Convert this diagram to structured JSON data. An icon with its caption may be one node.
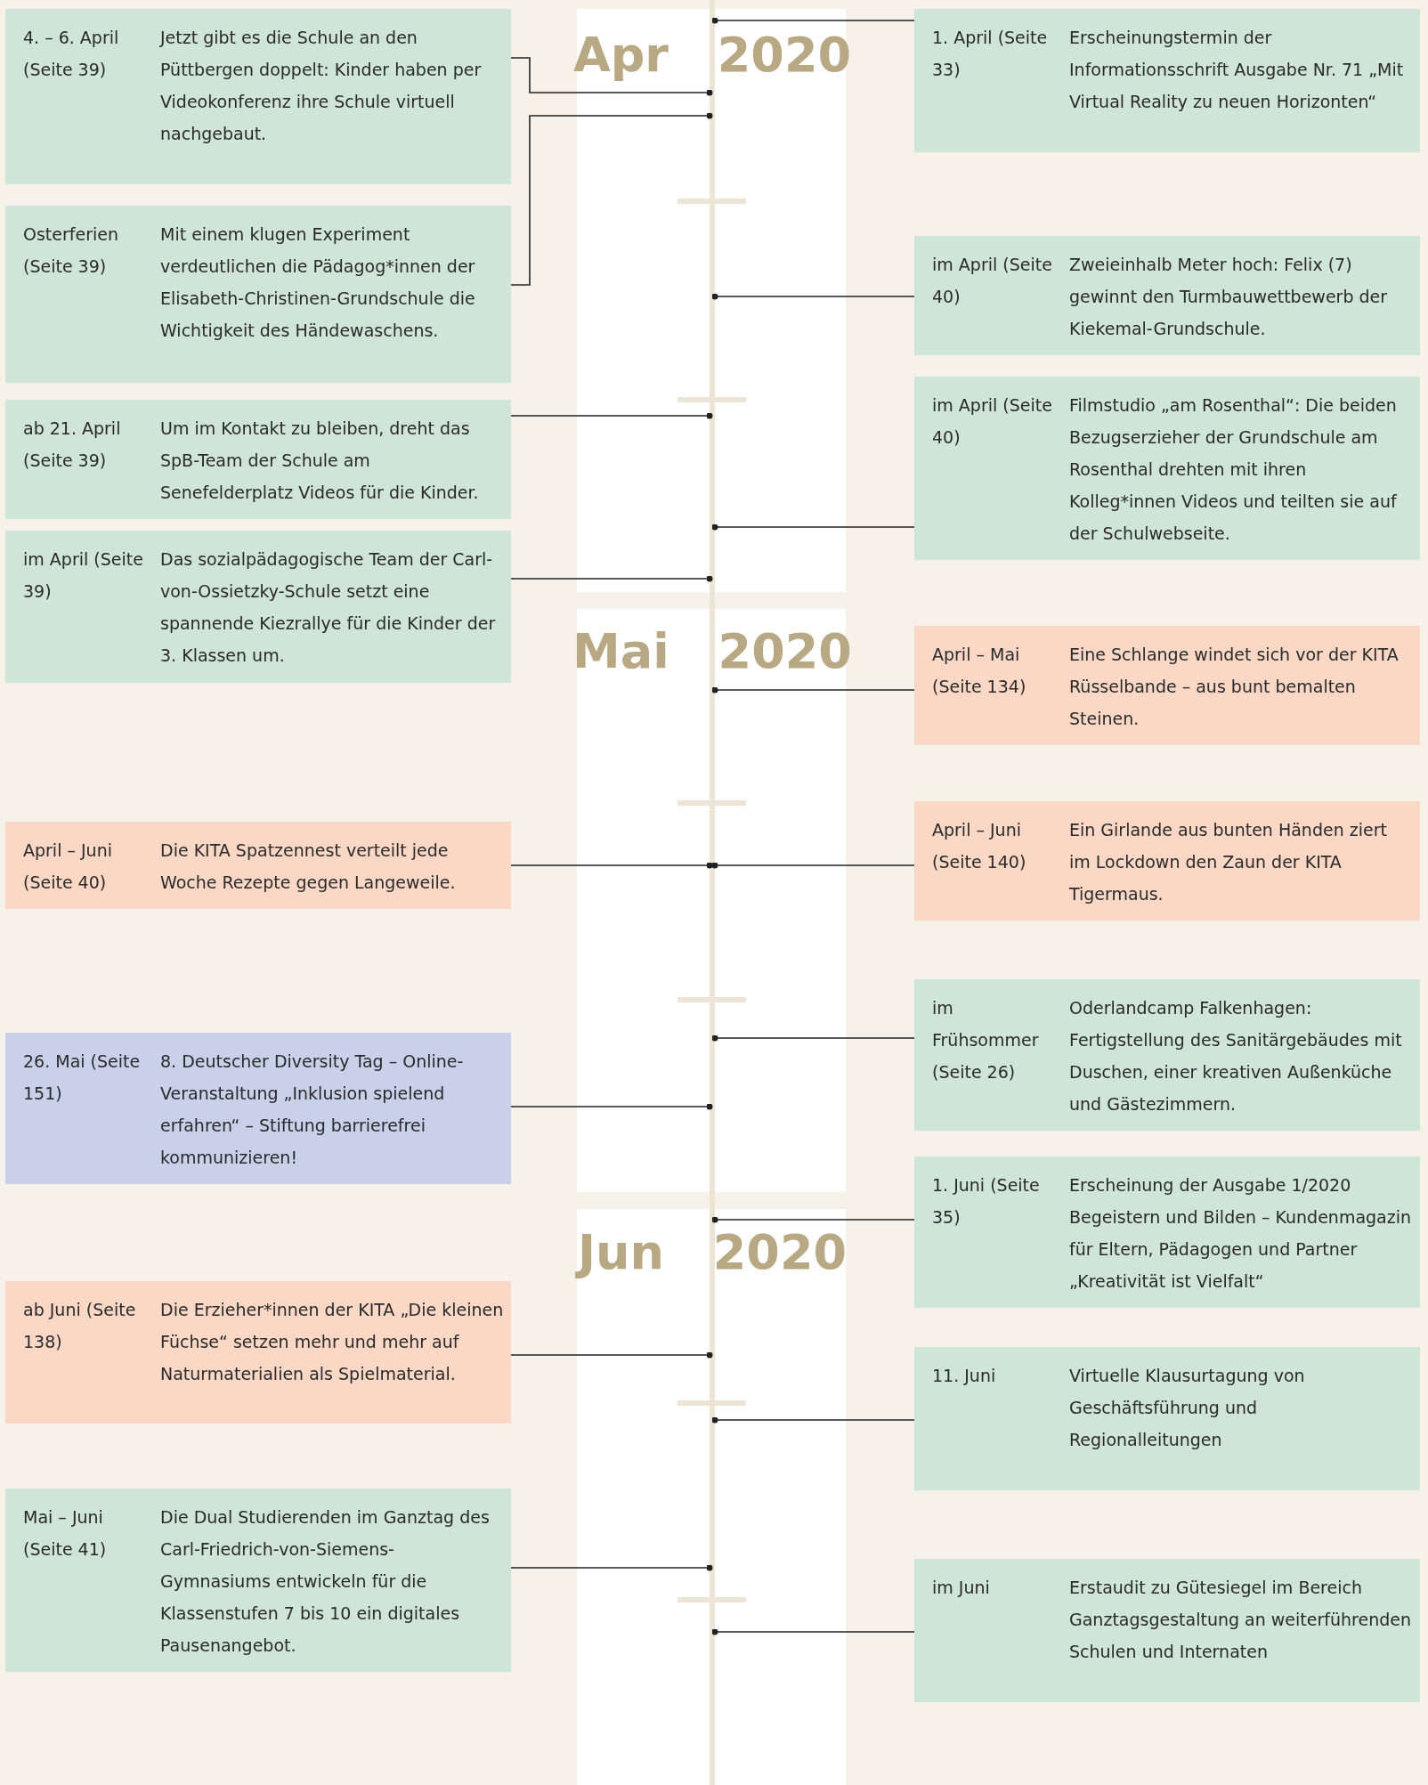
{
  "diagram": {
    "nodes": [
      {
        "text": [
          "4. – 6. April (Seite 39)",
          "Jetzt gibt es die Schule an den Püttbergen doppelt: Kinder haben per Videokonferenz ihre Schule virtuell nachgebaut."
        ]
      },
      {
        "text": [
          "Osterferien (Seite 39)",
          "Mit einem klugen Experiment verdeutlichen die Pädagog*innen der Elisabeth-Christinen-Grundschule die Wichtigkeit des Händewaschens."
        ]
      },
      {
        "text": [
          "ab 21. April (Seite 39)",
          "Um im Kontakt zu bleiben, dreht das SpB-Team der Schule am Senefelderplatz Videos für die Kinder."
        ]
      },
      {
        "text": [
          "im April (Seite 39)",
          "Das sozialpädagogische Team der Carl-von-Ossietzky-Schule setzt eine spannende Kiezrallye für die Kinder der 3. Klassen um."
        ]
      },
      {
        "text": [
          "April – Juni (Seite 40)",
          "Die KITA Spatzennest verteilt jede Woche Rezepte gegen Langeweile."
        ]
      },
      {
        "text": [
          "26. Mai (Seite 151)",
          "8. Deutscher Diversity Tag – Online-Veranstaltung „Inklusion spielend erfahren“ – Stiftung barrierefrei kommunizieren!"
        ]
      },
      {
        "text": [
          "ab Juni (Seite 138)",
          "Die Erzieher*innen der KITA „Die kleinen Füchse“ setzen mehr und mehr auf Naturmaterialien als Spielmaterial."
        ]
      },
      {
        "text": [
          "Mai – Juni (Seite 41)",
          "Die Dual Studierenden im Ganztag des Carl-Friedrich-von-Siemens-Gymnasiums entwickeln für die Klassenstufen 7 bis 10 ein digitales Pausenangebot."
        ]
      },
      {
        "text": [
          "1. April (Seite 33)",
          "Erscheinungstermin der Informationsschrift Ausgabe Nr. 71 „Mit Virtual Reality zu neuen Horizonten“"
        ]
      },
      {
        "text": [
          "im April (Seite 40)",
          "Zweieinhalb Meter hoch: Felix (7) gewinnt den Turmbauwettbewerb der Kiekemal-Grundschule."
        ]
      },
      {
        "text": [
          "im April (Seite 40)",
          "Filmstudio „am Rosenthal“: Die beiden Bezugserzieher der Grundschule am Rosenthal drehten mit ihren Kolleg*innen Videos und teilten sie auf der Schulwebseite."
        ]
      },
      {
        "text": [
          "April – Mai (Seite 134)",
          "Eine Schlange windet sich vor der KITA Rüsselbande – aus bunt bemalten Steinen."
        ]
      },
      {
        "text": [
          "April – Juni (Seite 140)",
          "Ein Girlande aus bunten Händen ziert im Lockdown den Zaun der KITA Tigermaus."
        ]
      },
      {
        "text": [
          "im Frühsommer (Seite 26)",
          "Oderlandcamp Falkenhagen: Fertigstellung des Sanitärgebäudes mit Duschen, einer kreativen Außenküche und Gästezimmern."
        ]
      },
      {
        "text": [
          "1. Juni (Seite 35)",
          "Erscheinung der Ausgabe 1/2020 Begeistern und Bilden – Kundenmagazin für Eltern, Pädagogen und Partner „Kreativität ist Vielfalt“"
        ]
      },
      {
        "text": [
          "11. Juni",
          "Virtuelle Klausurtagung von Geschäftsführung und Regionalleitungen"
        ]
      },
      {
        "text": [
          "im Juni",
          "Erstaudit zu Gütesiegel im Bereich Ganztagsgestaltung an weiterführenden Schulen und Internaten"
        ]
      },
      {
        "text": [],
        "shape": "bar"
      }
    ],
    "edges": [
      {
        "from": 0,
        "to": 17,
        "arrow": "other"
      },
      {
        "from": 1,
        "to": 17,
        "arrow": "other"
      },
      {
        "from": 2,
        "to": 17,
        "arrow": "other"
      },
      {
        "from": 3,
        "to": 17,
        "arrow": "other"
      },
      {
        "from": 4,
        "to": 17,
        "arrow": "other"
      },
      {
        "from": 5,
        "to": 17,
        "arrow": "other"
      },
      {
        "from": 6,
        "to": 17,
        "arrow": "other"
      },
      {
        "from": 7,
        "to": 17,
        "arrow": "other"
      },
      {
        "from": 8,
        "to": 17,
        "arrow": "other"
      },
      {
        "from": 9,
        "to": 17,
        "arrow": "other"
      },
      {
        "from": 10,
        "to": 17,
        "arrow": "other"
      },
      {
        "from": 11,
        "to": 17,
        "arrow": "other"
      },
      {
        "from": 12,
        "to": 17,
        "arrow": "other"
      },
      {
        "from": 13,
        "to": 17,
        "arrow": "other"
      },
      {
        "from": 14,
        "to": 17,
        "arrow": "other"
      },
      {
        "from": 15,
        "to": 17,
        "arrow": "other"
      },
      {
        "from": 16,
        "to": 17,
        "arrow": "other"
      }
    ],
    "labels": [
      "Apr 2020",
      "Mai 2020",
      "Jun 2020"
    ]
  }
}
